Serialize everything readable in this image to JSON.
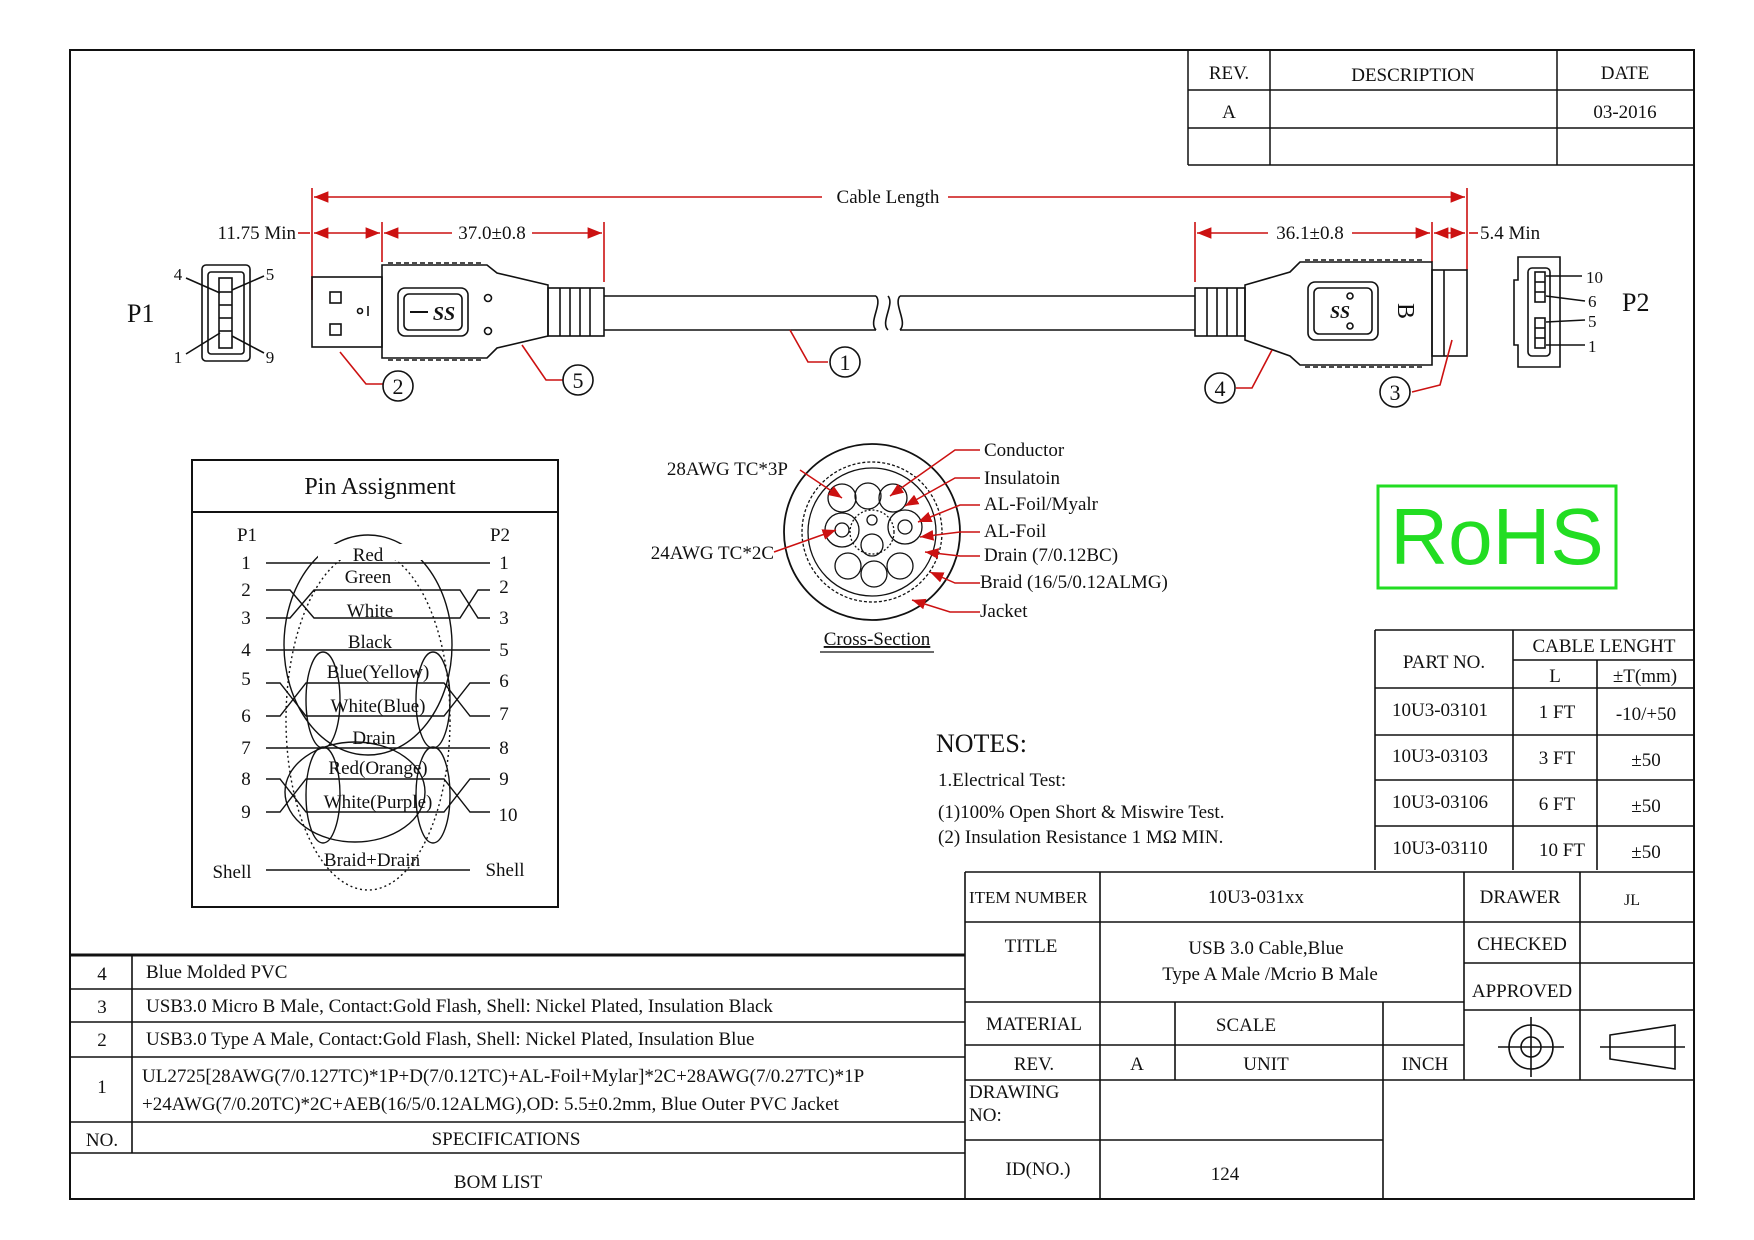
{
  "revision_block": {
    "headers": [
      "REV.",
      "DESCRIPTION",
      "DATE"
    ],
    "rows": [
      [
        "A",
        "",
        "03-2016"
      ]
    ]
  },
  "dimensions": {
    "cable_length": "Cable Length",
    "p1_min": "11.75 Min",
    "p1_overmold": "37.0±0.8",
    "p2_overmold": "36.1±0.8",
    "p2_min": "5.4 Min"
  },
  "connectors": {
    "p1_label": "P1",
    "p2_label": "P2",
    "p1_pins": [
      "4",
      "5",
      "1",
      "9"
    ],
    "p2_pins": [
      "10",
      "6",
      "5",
      "1"
    ],
    "plug_b_letter": "B",
    "usb_logo": "SS"
  },
  "callouts": [
    "1",
    "2",
    "3",
    "4",
    "5"
  ],
  "pin_assignment": {
    "title": "Pin Assignment",
    "p1_header": "P1",
    "p2_header": "P2",
    "p1_pins": [
      "1",
      "2",
      "3",
      "4",
      "5",
      "6",
      "7",
      "8",
      "9"
    ],
    "p2_pins": [
      "1",
      "2",
      "3",
      "5",
      "6",
      "7",
      "8",
      "9",
      "10"
    ],
    "wires": [
      "Red",
      "Green",
      "White",
      "Black",
      "Blue(Yellow)",
      "White(Blue)",
      "Drain",
      "Red(Orange)",
      "White(Purple)",
      "Braid+Drain"
    ],
    "shell_left": "Shell",
    "shell_right": "Shell"
  },
  "cross_section": {
    "caption": "Cross-Section",
    "left_labels": [
      "28AWG TC*3P",
      "24AWG TC*2C"
    ],
    "right_labels": [
      "Conductor",
      "Insulatoin",
      "AL-Foil/Myalr",
      "AL-Foil",
      "Drain (7/0.12BC)",
      "Braid (16/5/0.12ALMG)",
      "Jacket"
    ]
  },
  "rohs": {
    "text": "RoHS",
    "color": "#22dd22"
  },
  "part_table": {
    "part_header": "PART NO.",
    "length_header": "CABLE LENGHT",
    "l_header": "L",
    "tol_header": "±T(mm)",
    "rows": [
      [
        "10U3-03101",
        "1 FT",
        "-10/+50"
      ],
      [
        "10U3-03103",
        "3 FT",
        "±50"
      ],
      [
        "10U3-03106",
        "6 FT",
        "±50"
      ],
      [
        "10U3-03110",
        "10 FT",
        "±50"
      ]
    ]
  },
  "notes": {
    "title": "NOTES:",
    "lines": [
      "1.Electrical Test:",
      "(1)100% Open Short & Miswire Test.",
      "(2) Insulation Resistance 1 MΩ  MIN."
    ]
  },
  "bom": {
    "rows": [
      [
        "4",
        "Blue Molded PVC"
      ],
      [
        "3",
        "USB3.0 Micro B Male, Contact:Gold Flash, Shell: Nickel Plated, Insulation Black"
      ],
      [
        "2",
        "USB3.0 Type A Male, Contact:Gold Flash, Shell: Nickel Plated, Insulation Blue"
      ],
      [
        "1",
        "UL2725[28AWG(7/0.127TC)*1P+D(7/0.12TC)+AL-Foil+Mylar]*2C+28AWG(7/0.27TC)*1P",
        "+24AWG(7/0.20TC)*2C+AEB(16/5/0.12ALMG),OD: 5.5±0.2mm, Blue Outer PVC Jacket"
      ]
    ],
    "no_header": "NO.",
    "spec_header": "SPECIFICATIONS",
    "footer": "BOM LIST"
  },
  "title_block": {
    "item_number_label": "ITEM NUMBER",
    "item_number": "10U3-031xx",
    "title_label": "TITLE",
    "title_lines": [
      "USB 3.0 Cable,Blue",
      "Type A Male /Mcrio B Male"
    ],
    "material_label": "MATERIAL",
    "scale_label": "SCALE",
    "rev_label": "REV.",
    "rev_value": "A",
    "unit_label": "UNIT",
    "unit_value": "INCH",
    "drawing_no_label": [
      "DRAWING",
      "NO:"
    ],
    "id_label": "ID(NO.)",
    "id_value": "124",
    "drawer_label": "DRAWER",
    "drawer_value": "JL",
    "checked_label": "CHECKED",
    "approved_label": "APPROVED"
  }
}
